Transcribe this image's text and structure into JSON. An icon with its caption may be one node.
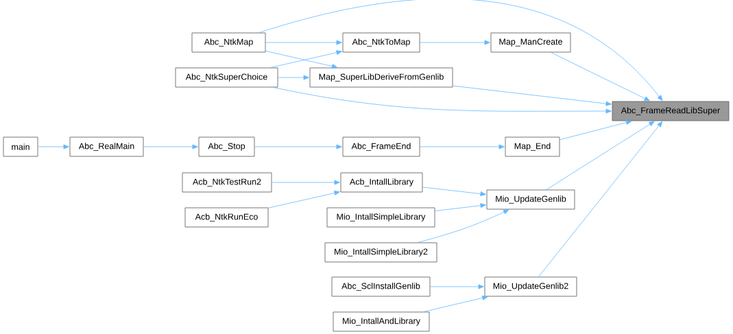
{
  "diagram": {
    "nodes": [
      {
        "text": [
          "Abc_FrameReadLibSuper"
        ]
      },
      {
        "text": [
          "Abc_NtkMap"
        ]
      },
      {
        "text": [
          "Abc_NtkToMap"
        ]
      },
      {
        "text": [
          "Map_ManCreate"
        ]
      },
      {
        "text": [
          "Abc_NtkSuperChoice"
        ]
      },
      {
        "text": [
          "Map_SuperLibDeriveFromGenlib"
        ]
      },
      {
        "text": [
          "main"
        ]
      },
      {
        "text": [
          "Abc_RealMain"
        ]
      },
      {
        "text": [
          "Abc_Stop"
        ]
      },
      {
        "text": [
          "Abc_FrameEnd"
        ]
      },
      {
        "text": [
          "Map_End"
        ]
      },
      {
        "text": [
          "Acb_NtkTestRun2"
        ]
      },
      {
        "text": [
          "Acb_IntallLibrary"
        ]
      },
      {
        "text": [
          "Acb_NtkRunEco"
        ]
      },
      {
        "text": [
          "Mio_IntallSimpleLibrary"
        ]
      },
      {
        "text": [
          "Mio_UpdateGenlib"
        ]
      },
      {
        "text": [
          "Mio_IntallSimpleLibrary2"
        ]
      },
      {
        "text": [
          "Abc_SclInstallGenlib"
        ]
      },
      {
        "text": [
          "Mio_UpdateGenlib2"
        ]
      },
      {
        "text": [
          "Mio_IntallAndLibrary"
        ]
      }
    ],
    "edges": [
      {
        "from": 1,
        "to": 0,
        "arrow": "to"
      },
      {
        "from": 1,
        "to": 2,
        "arrow": "to"
      },
      {
        "from": 1,
        "to": 5,
        "arrow": "to"
      },
      {
        "from": 2,
        "to": 3,
        "arrow": "to"
      },
      {
        "from": 3,
        "to": 0,
        "arrow": "to"
      },
      {
        "from": 4,
        "to": 2,
        "arrow": "to"
      },
      {
        "from": 4,
        "to": 5,
        "arrow": "to"
      },
      {
        "from": 4,
        "to": 0,
        "arrow": "to"
      },
      {
        "from": 5,
        "to": 0,
        "arrow": "to"
      },
      {
        "from": 6,
        "to": 7,
        "arrow": "to"
      },
      {
        "from": 7,
        "to": 8,
        "arrow": "to"
      },
      {
        "from": 8,
        "to": 9,
        "arrow": "to"
      },
      {
        "from": 9,
        "to": 10,
        "arrow": "to"
      },
      {
        "from": 10,
        "to": 0,
        "arrow": "to"
      },
      {
        "from": 11,
        "to": 12,
        "arrow": "to"
      },
      {
        "from": 13,
        "to": 12,
        "arrow": "to"
      },
      {
        "from": 12,
        "to": 15,
        "arrow": "to"
      },
      {
        "from": 14,
        "to": 15,
        "arrow": "to"
      },
      {
        "from": 16,
        "to": 15,
        "arrow": "to"
      },
      {
        "from": 15,
        "to": 0,
        "arrow": "to"
      },
      {
        "from": 17,
        "to": 18,
        "arrow": "to"
      },
      {
        "from": 19,
        "to": 18,
        "arrow": "to"
      },
      {
        "from": 18,
        "to": 0,
        "arrow": "to"
      }
    ]
  }
}
